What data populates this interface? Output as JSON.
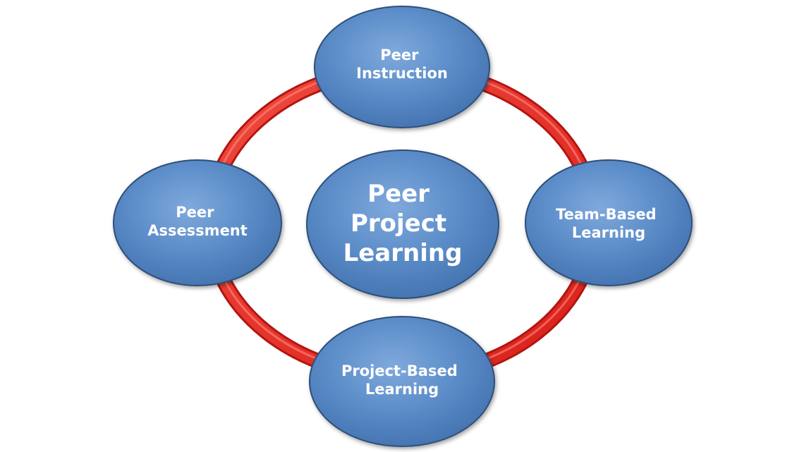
{
  "diagram": {
    "center": {
      "lines": [
        "Peer",
        "Project",
        "Learning"
      ]
    },
    "top": {
      "lines": [
        "Peer",
        "Instruction"
      ]
    },
    "right": {
      "lines": [
        "Team-Based",
        "Learning"
      ]
    },
    "bottom": {
      "lines": [
        "Project-Based",
        "Learning"
      ]
    },
    "left": {
      "lines": [
        "Peer",
        "Assessment"
      ]
    }
  },
  "colors": {
    "node_fill": "#5b8cc8",
    "node_stroke": "#2e4f7a",
    "ring": "#e8302a",
    "text": "#ffffff"
  }
}
